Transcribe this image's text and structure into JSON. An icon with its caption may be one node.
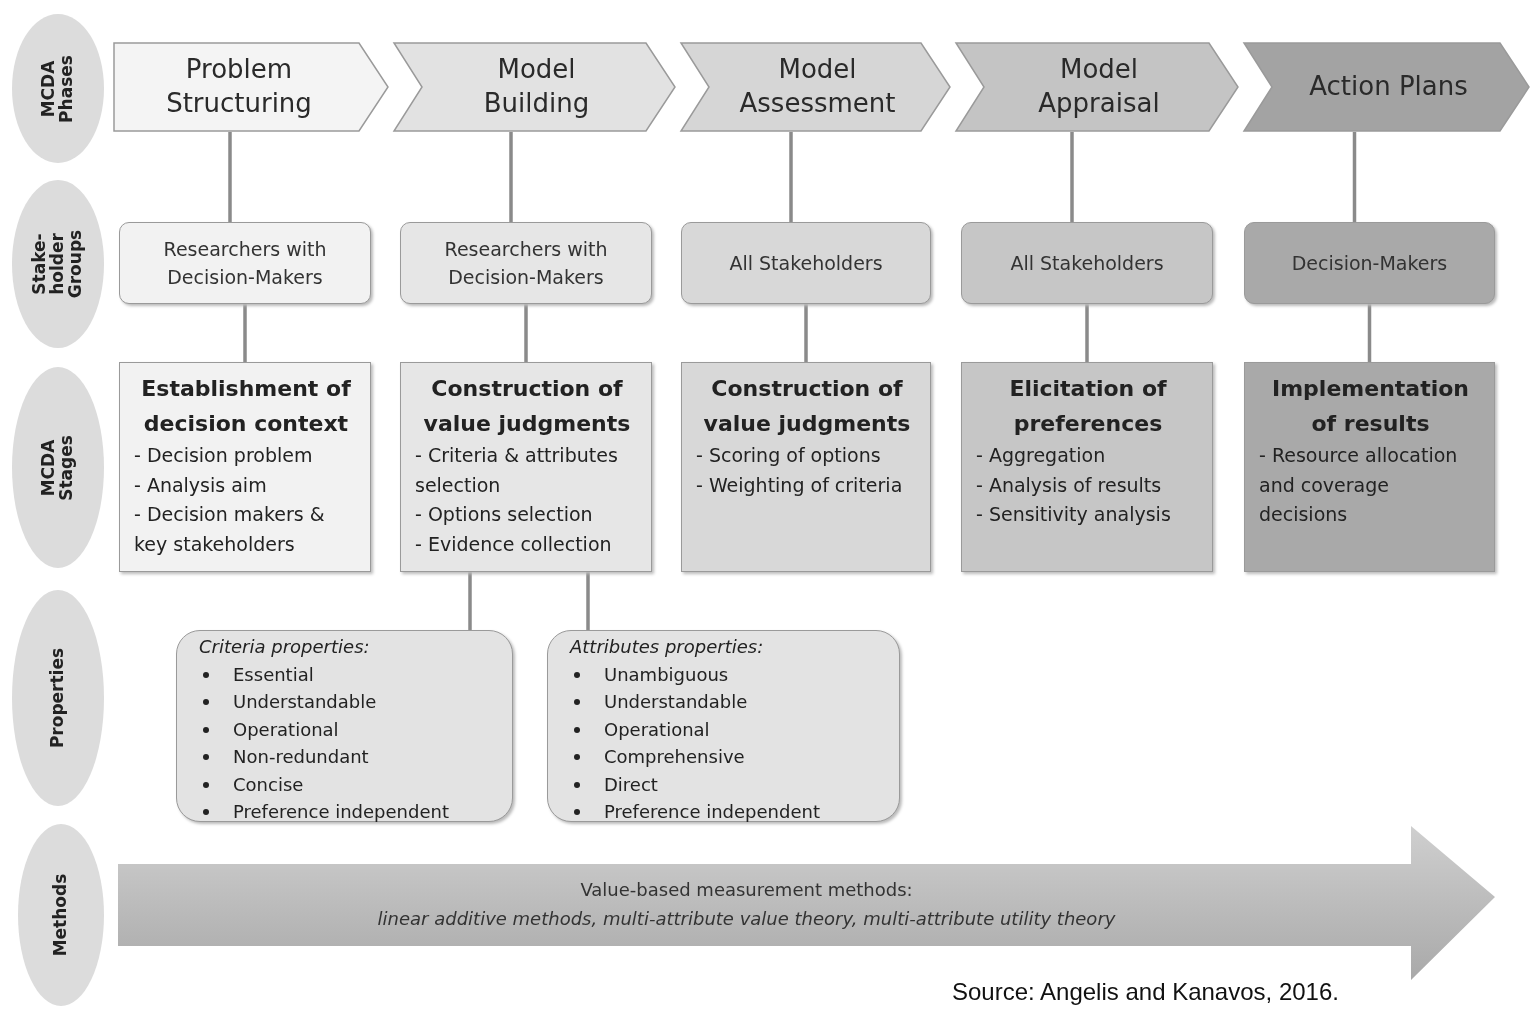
{
  "diagram": {
    "nodes": [
      {
        "text": [
          "MCDA Phases"
        ]
      },
      {
        "text": [
          "Stake- holder Groups"
        ]
      },
      {
        "text": [
          "MCDA Stages"
        ]
      },
      {
        "text": [
          "Properties"
        ]
      },
      {
        "text": [
          "Methods"
        ]
      },
      {
        "text": [
          "Problem Structuring"
        ]
      },
      {
        "text": [
          "Model Building"
        ]
      },
      {
        "text": [
          "Model Assessment"
        ]
      },
      {
        "text": [
          "Model Appraisal"
        ]
      },
      {
        "text": [
          "Action Plans"
        ]
      },
      {
        "text": [
          "Researchers with Decision-Makers"
        ]
      },
      {
        "text": [
          "Researchers with Decision-Makers"
        ]
      },
      {
        "text": [
          "All Stakeholders"
        ]
      },
      {
        "text": [
          "All Stakeholders"
        ]
      },
      {
        "text": [
          "Decision-Makers"
        ]
      },
      {
        "text": [
          "Establishment of decision context",
          "- Decision problem",
          "- Analysis aim",
          "- Decision makers & key stakeholders"
        ]
      },
      {
        "text": [
          "Construction of value judgments",
          "- Criteria & attributes selection",
          "- Options selection",
          "- Evidence collection"
        ]
      },
      {
        "text": [
          "Construction of value judgments",
          "- Scoring of options",
          "- Weighting of criteria"
        ]
      },
      {
        "text": [
          "Elicitation of preferences",
          "- Aggregation",
          "- Analysis of results",
          "- Sensitivity analysis"
        ]
      },
      {
        "text": [
          "Implementation of results",
          "- Resource allocation and coverage decisions"
        ]
      },
      {
        "text": [
          "Criteria properties:",
          "Essential",
          "Understandable",
          "Operational",
          "Non-redundant",
          "Concise",
          "Preference independent"
        ]
      },
      {
        "text": [
          "Attributes properties:",
          "Unambiguous",
          "Understandable",
          "Operational",
          "Comprehensive",
          "Direct",
          "Preference independent"
        ]
      },
      {
        "text": [
          "Value-based measurement methods:",
          "linear additive methods, multi-attribute value theory, multi-attribute utility theory"
        ]
      }
    ],
    "edges": [
      {
        "from": 5,
        "to": 10,
        "arrow": "none"
      },
      {
        "from": 6,
        "to": 11,
        "arrow": "none"
      },
      {
        "from": 7,
        "to": 12,
        "arrow": "none"
      },
      {
        "from": 8,
        "to": 13,
        "arrow": "none"
      },
      {
        "from": 9,
        "to": 14,
        "arrow": "none"
      },
      {
        "from": 10,
        "to": 15,
        "arrow": "none"
      },
      {
        "from": 11,
        "to": 16,
        "arrow": "none"
      },
      {
        "from": 12,
        "to": 17,
        "arrow": "none"
      },
      {
        "from": 13,
        "to": 18,
        "arrow": "none"
      },
      {
        "from": 14,
        "to": 19,
        "arrow": "none"
      },
      {
        "from": 16,
        "to": 20,
        "arrow": "none"
      },
      {
        "from": 16,
        "to": 21,
        "arrow": "none"
      }
    ],
    "labels": [
      "Source: Angelis and Kanavos, 2016."
    ]
  }
}
